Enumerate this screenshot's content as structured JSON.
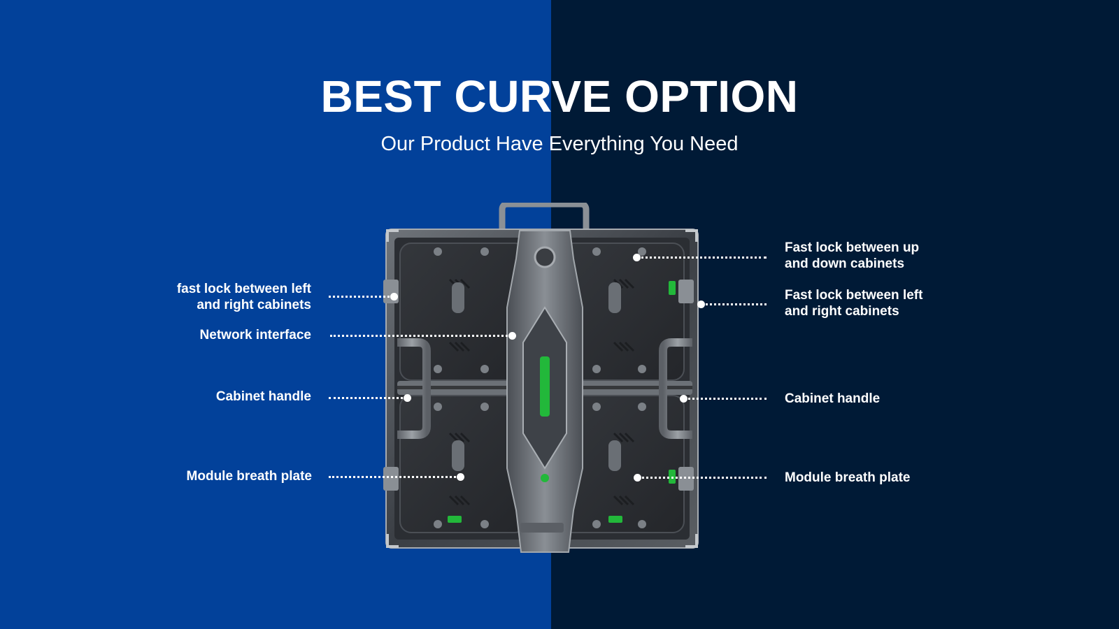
{
  "header": {
    "title": "BEST CURVE OPTION",
    "subtitle": "Our Product Have Everything You Need"
  },
  "callouts_left": [
    {
      "line1": "fast lock between left",
      "line2": "and right cabinets"
    },
    {
      "line1": "Network interface"
    },
    {
      "line1": "Cabinet handle"
    },
    {
      "line1": "Module breath plate"
    }
  ],
  "callouts_right": [
    {
      "line1": "Fast lock between up",
      "line2": "and down cabinets"
    },
    {
      "line1": "Fast lock between left",
      "line2": "and right cabinets"
    },
    {
      "line1": "Cabinet handle"
    },
    {
      "line1": "Module breath plate"
    }
  ],
  "colors": {
    "left_background": "#02419a",
    "right_background": "#001a36",
    "text": "#ffffff",
    "accent_green": "#22b83a"
  }
}
